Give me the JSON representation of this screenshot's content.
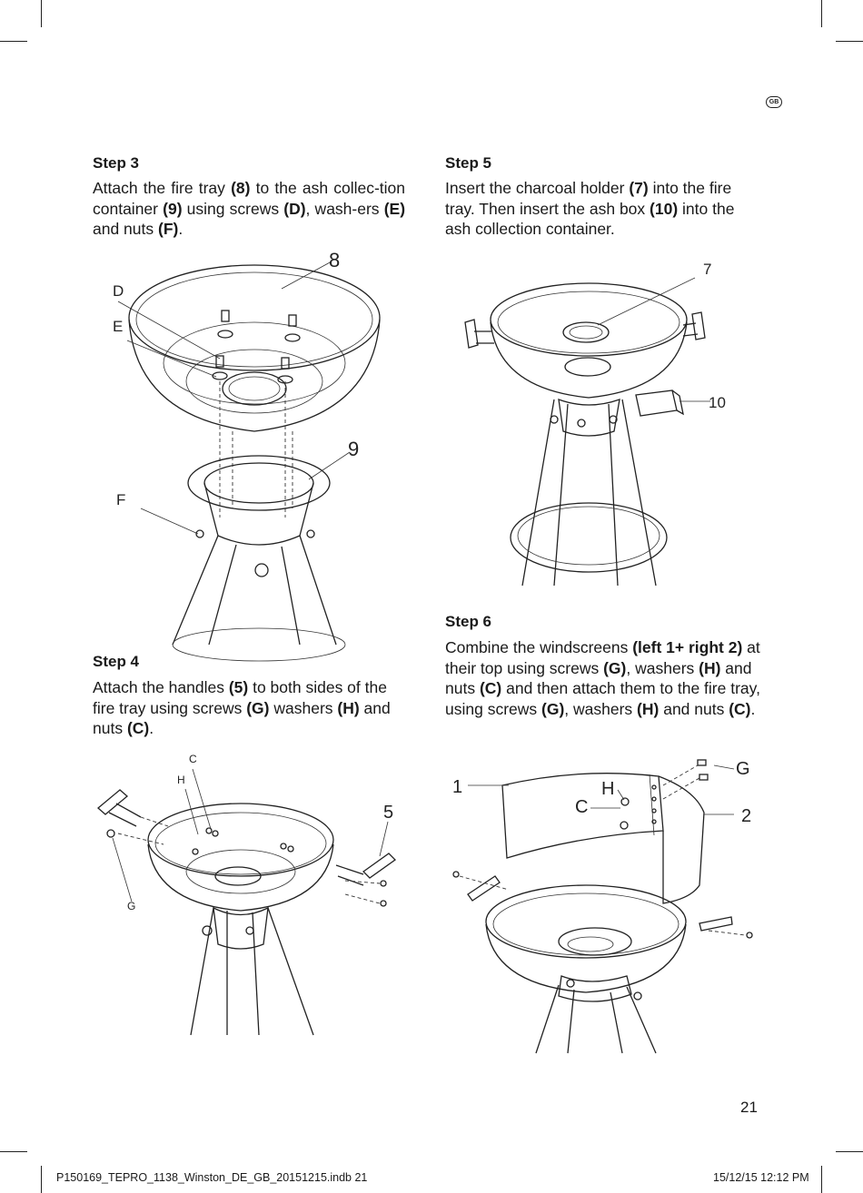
{
  "lang_badge": "GB",
  "page_number": "21",
  "footer": {
    "file": "P150169_TEPRO_1138_Winston_DE_GB_20151215.indb   21",
    "date": "15/12/15   12:12 PM"
  },
  "step3": {
    "title": "Step 3",
    "t1": "Attach the fire tray ",
    "b1": "(8)",
    "t2": " to the ash collec-tion container ",
    "b2": "(9)",
    "t3": " using screws ",
    "b3": "(D)",
    "t4": ", wash-ers ",
    "b4": "(E)",
    "t5": " and nuts ",
    "b5": "(F)",
    "t6": ".",
    "labels": {
      "n8": "8",
      "d": "D",
      "e": "E",
      "n9": "9",
      "f": "F"
    }
  },
  "step4": {
    "title": "Step 4",
    "t1": "Attach the handles ",
    "b1": "(5)",
    "t2": " to both sides of the fire tray using screws ",
    "b2": "(G)",
    "t3": " washers ",
    "b3": "(H)",
    "t4": " and nuts ",
    "b4": "(C)",
    "t5": ".",
    "labels": {
      "c": "C",
      "h": "H",
      "n5": "5",
      "g": "G"
    }
  },
  "step5": {
    "title": "Step 5",
    "t1": "Insert the charcoal holder ",
    "b1": "(7)",
    "t2": " into the fire tray. Then insert the ash box ",
    "b2": "(10)",
    "t3": " into the ash collection container.",
    "labels": {
      "n7": "7",
      "n10": "10"
    }
  },
  "step6": {
    "title": "Step 6",
    "t1": "Combine the windscreens ",
    "b1": "(left 1+ right 2)",
    "t2": " at their top using screws ",
    "b2": "(G)",
    "t3": ", washers ",
    "b3": "(H)",
    "t4": " and nuts ",
    "b4": "(C)",
    "t5": " and then attach them to the fire tray, using screws ",
    "b5": "(G)",
    "t6": ", washers ",
    "b6": "(H)",
    "t7": " and nuts ",
    "b7": "(C)",
    "t8": ".",
    "labels": {
      "n1": "1",
      "h": "H",
      "c": "C",
      "g": "G",
      "n2": "2"
    }
  }
}
